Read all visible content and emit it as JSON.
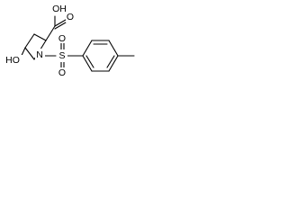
{
  "molecule": {
    "labels": {
      "carboxyl": "OH",
      "carbonyl_oxygen": "O",
      "hydroxyl": "HO",
      "nitrogen": "N",
      "sulfur": "S",
      "sulfonyl_oxygen_top": "O",
      "sulfonyl_oxygen_bottom": "O"
    },
    "colors": {
      "bond": "#000000",
      "text": "#000000",
      "background": "#ffffff"
    }
  }
}
